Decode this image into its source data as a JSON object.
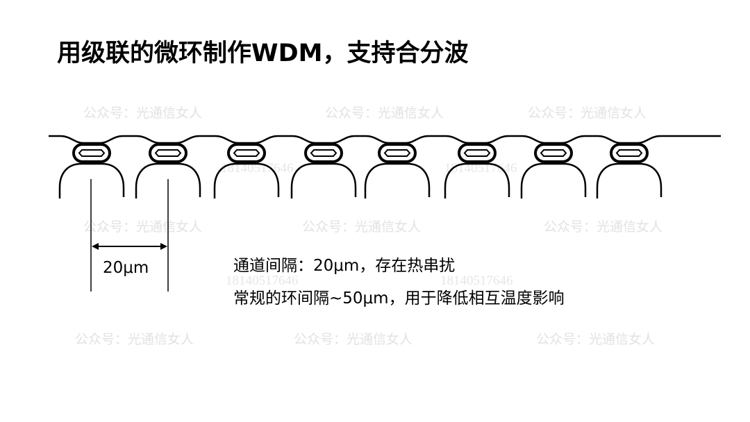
{
  "title": "用级联的微环制作WDM，支持合分波",
  "watermark": "公众号：光通信女人",
  "watermark_number": "18140517646",
  "spacing_label": "20μm",
  "notes": [
    "通道间隔：20μm，存在热串扰",
    "常规的环间隔~50μm，用于降低相互温度影响"
  ],
  "ring_count": 8
}
